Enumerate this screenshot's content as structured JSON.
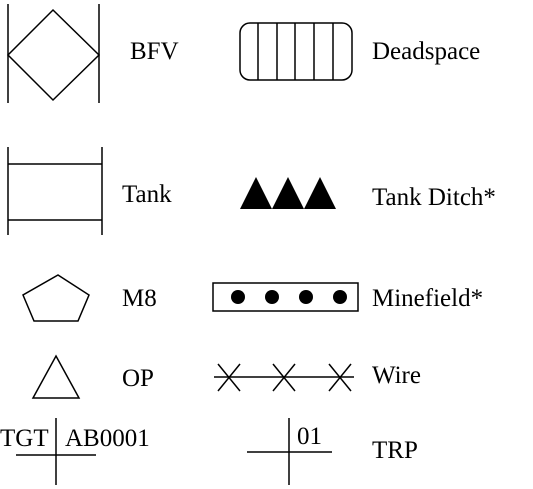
{
  "legend": {
    "bfv": {
      "label": "BFV",
      "icon": "bfv-symbol"
    },
    "deadspace": {
      "label": "Deadspace",
      "icon": "deadspace-symbol"
    },
    "tank": {
      "label": "Tank",
      "icon": "tank-symbol"
    },
    "tank_ditch": {
      "label": "Tank Ditch*",
      "icon": "tank-ditch-symbol"
    },
    "m8": {
      "label": "M8",
      "icon": "m8-pentagon-symbol"
    },
    "minefield": {
      "label": "Minefield*",
      "icon": "minefield-symbol"
    },
    "op": {
      "label": "OP",
      "icon": "op-triangle-symbol"
    },
    "wire": {
      "label": "Wire",
      "icon": "wire-symbol"
    },
    "tgt": {
      "prefix": "TGT",
      "id": "AB0001",
      "icon": "target-symbol"
    },
    "trp": {
      "number": "01",
      "label": "TRP",
      "icon": "trp-symbol"
    }
  },
  "colors": {
    "stroke": "#000000",
    "background": "#ffffff"
  }
}
